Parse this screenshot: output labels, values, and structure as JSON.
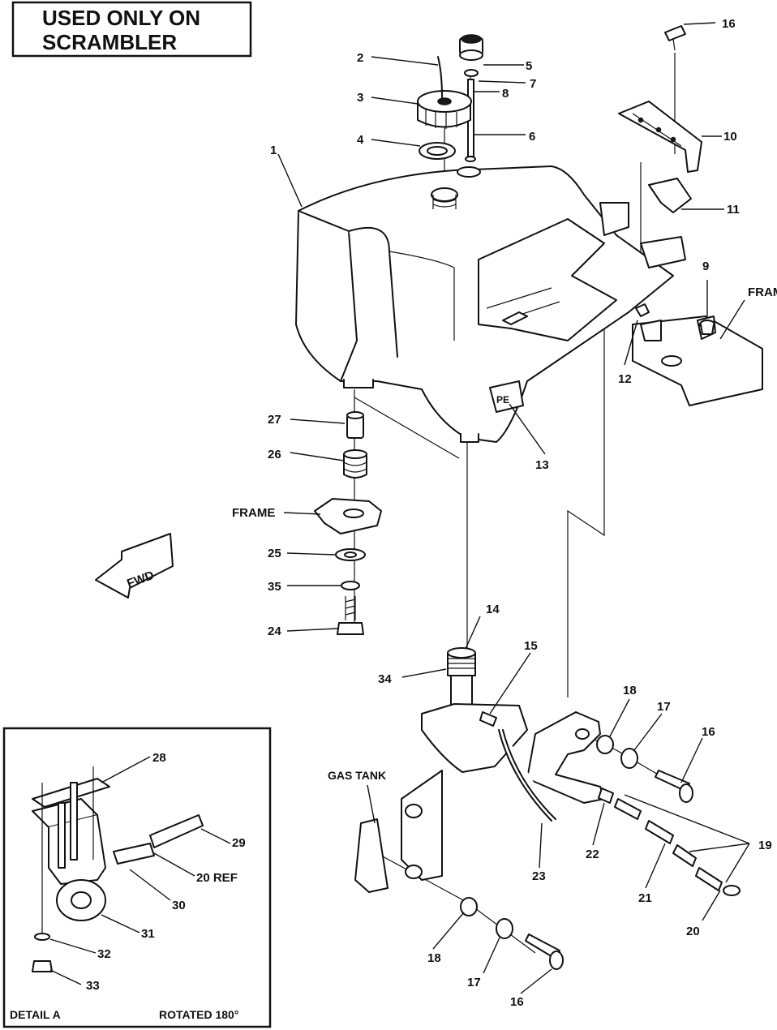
{
  "banner": {
    "line1": "USED ONLY ON",
    "line2": "SCRAMBLER"
  },
  "labels": {
    "frame": "FRAME",
    "gas_tank": "GAS TANK",
    "fwd": "FWD",
    "ref": "20 REF",
    "detail": "DETAIL A",
    "rotated": "ROTATED 180°",
    "decal": "PE"
  },
  "callouts": {
    "c1": "1",
    "c2": "2",
    "c3": "3",
    "c4": "4",
    "c5": "5",
    "c6": "6",
    "c7": "7",
    "c8": "8",
    "c9": "9",
    "c10": "10",
    "c11": "11",
    "c12": "12",
    "c13": "13",
    "c14": "14",
    "c15": "15",
    "c16": "16",
    "c17": "17",
    "c18": "18",
    "c19": "19",
    "c20": "20",
    "c21": "21",
    "c22": "22",
    "c23": "23",
    "c24": "24",
    "c25": "25",
    "c26": "26",
    "c27": "27",
    "c28": "28",
    "c29": "29",
    "c30": "30",
    "c31": "31",
    "c32": "32",
    "c33": "33",
    "c34": "34",
    "c35": "35"
  }
}
